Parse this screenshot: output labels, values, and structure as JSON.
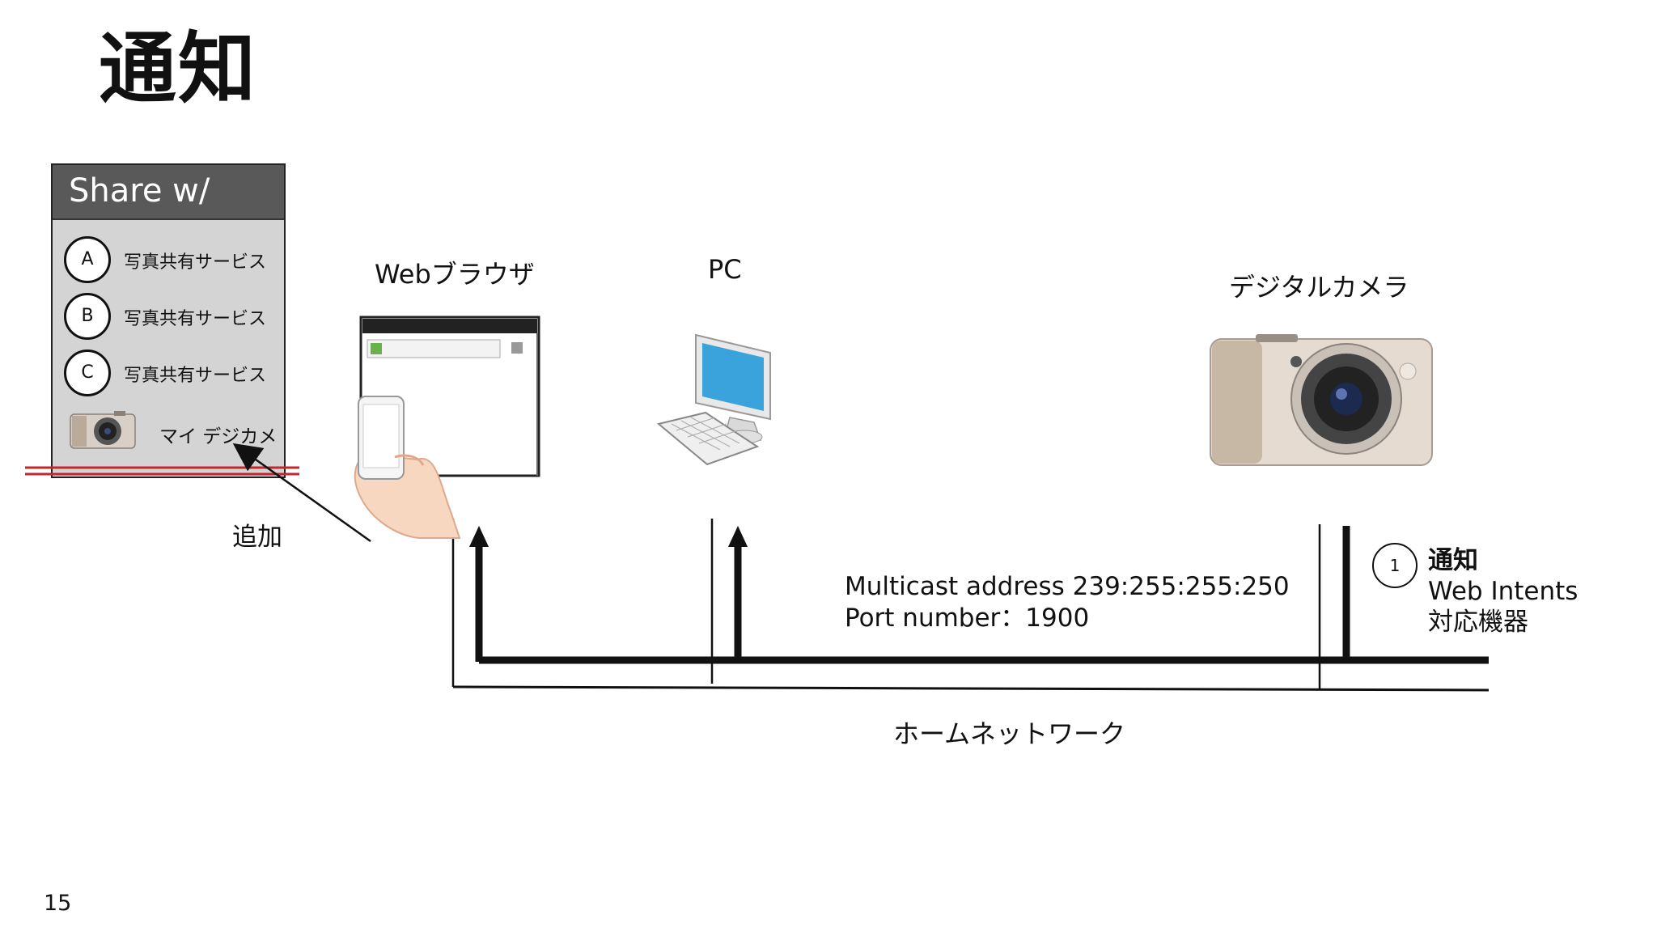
{
  "slide": {
    "title": "通知",
    "page_number": "15"
  },
  "share_panel": {
    "header": "Share w/",
    "items": [
      {
        "badge": "A",
        "label": "写真共有サービス"
      },
      {
        "badge": "B",
        "label": "写真共有サービス"
      },
      {
        "badge": "C",
        "label": "写真共有サービス"
      }
    ],
    "my_camera_label": "マイ デジカメ",
    "add_label": "追加"
  },
  "devices": {
    "browser": "Webブラウザ",
    "pc": "PC",
    "camera": "デジタルカメラ"
  },
  "network": {
    "multicast_line1": "Multicast address 239:255:255:250",
    "multicast_line2": "Port number：1900",
    "name": "ホームネットワーク"
  },
  "notify": {
    "badge": "1",
    "title": "通知",
    "line1": "Web Intents",
    "line2": "対応機器"
  },
  "colors": {
    "red_line": "#c0282d",
    "panel_header": "#595959",
    "panel_bg": "#d4d4d4",
    "screen_blue": "#3aa3dc"
  }
}
